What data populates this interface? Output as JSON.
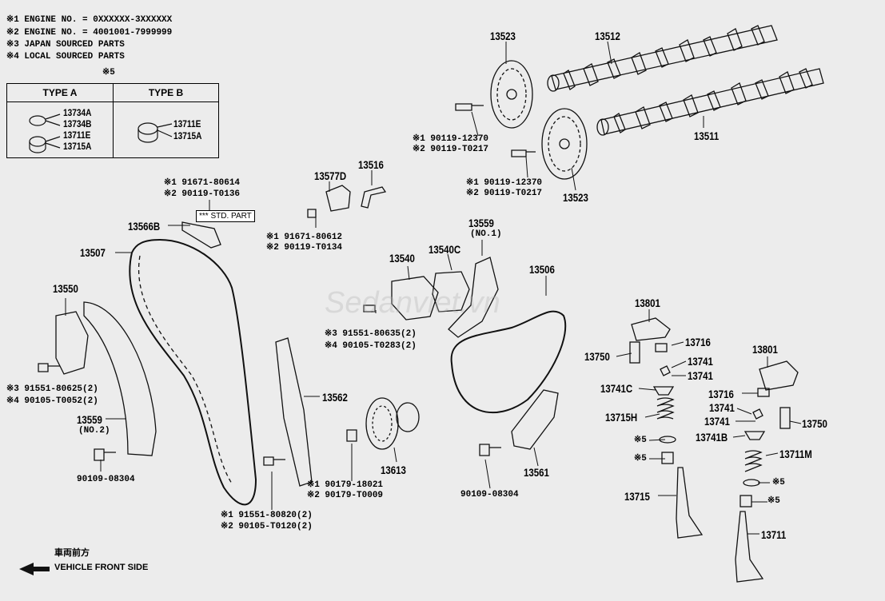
{
  "notes": {
    "n1": "※1  ENGINE NO. = 0XXXXXX-3XXXXXX",
    "n2": "※2  ENGINE NO. = 4001001-7999999",
    "n3": "※3  JAPAN SOURCED PARTS",
    "n4": "※4  LOCAL SOURCED PARTS",
    "n5": "※5"
  },
  "type_table": {
    "type_a": "TYPE A",
    "type_b": "TYPE B",
    "a_parts": [
      "13734A",
      "13734B",
      "13711E",
      "13715A"
    ],
    "b_parts": [
      "13711E",
      "13715A"
    ]
  },
  "std_part_tag": "*** STD. PART",
  "watermark": "Sedanviet.vn",
  "front": {
    "jp": "車両前方",
    "en": "VEHICLE FRONT SIDE"
  },
  "parts": {
    "p13523a": "13523",
    "p13512": "13512",
    "p13511": "13511",
    "p13523b": "13523",
    "bolt1_a": "※1  90119-12370",
    "bolt1_b": "※2  90119-T0217",
    "bolt2_a": "※1  90119-12370",
    "bolt2_b": "※2  90119-T0217",
    "p13577d": "13577D",
    "p13516": "13516",
    "b91671_a": "※1  91671-80612",
    "b91671_b": "※2  90119-T0134",
    "top_a": "※1  91671-80614",
    "top_b": "※2  90119-T0136",
    "p13566b": "13566B",
    "p13507": "13507",
    "p13550": "13550",
    "p13540": "13540",
    "p13540c": "13540C",
    "p13559a": "13559",
    "p13559a_sub": "(NO.1)",
    "p13506": "13506",
    "s3_a": "※3 91551-80635(2)",
    "s4_a": "※4 90105-T0283(2)",
    "s3_b": "※3 91551-80625(2)",
    "s4_b": "※4 90105-T0052(2)",
    "p13562": "13562",
    "p13559b": "13559",
    "p13559b_sub": "(NO.2)",
    "p90109a": "90109-08304",
    "p13613": "13613",
    "b90179_a": "※1  90179-18021",
    "b90179_b": "※2  90179-T0009",
    "b91551_a": "※1  91551-80820(2)",
    "b91551_b": "※2  90105-T0120(2)",
    "p90109b": "90109-08304",
    "p13561": "13561",
    "p13801a": "13801",
    "p13716a": "13716",
    "p13750a": "13750",
    "p13741a": "13741",
    "p13741b": "13741",
    "p13741c": "13741C",
    "p13715h": "13715H",
    "p5a": "※5",
    "p5b": "※5",
    "p13715": "13715",
    "p13801b": "13801",
    "p13716b": "13716",
    "p13741d": "13741",
    "p13741e": "13741",
    "p13750b": "13750",
    "p13741bb": "13741B",
    "p13711m": "13711M",
    "p5c": "※5",
    "p5d": "※5",
    "p13711": "13711"
  }
}
